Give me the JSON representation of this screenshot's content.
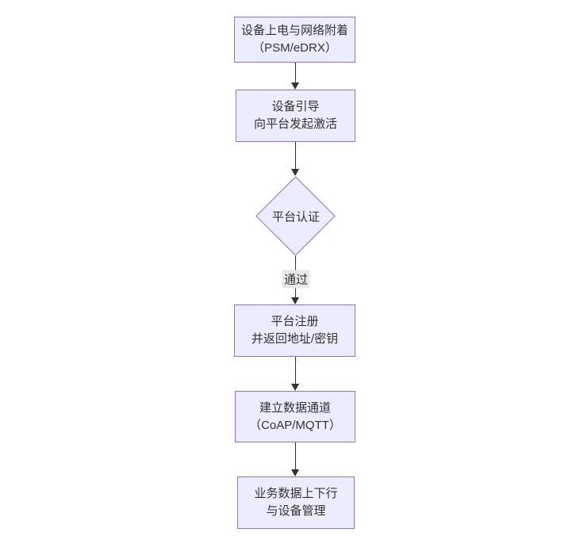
{
  "diagram": {
    "type": "flowchart",
    "direction": "top-down",
    "nodes": [
      {
        "id": "power-attach",
        "shape": "rect",
        "lines": [
          "设备上电与网络附着",
          "（PSM/eDRX）"
        ]
      },
      {
        "id": "bootstrap",
        "shape": "rect",
        "lines": [
          "设备引导",
          "向平台发起激活"
        ]
      },
      {
        "id": "auth-decision",
        "shape": "diamond",
        "lines": [
          "平台认证"
        ]
      },
      {
        "id": "register",
        "shape": "rect",
        "lines": [
          "平台注册",
          "并返回地址/密钥"
        ]
      },
      {
        "id": "data-channel",
        "shape": "rect",
        "lines": [
          "建立数据通道",
          "（CoAP/MQTT）"
        ]
      },
      {
        "id": "business-data",
        "shape": "rect",
        "lines": [
          "业务数据上下行",
          "与设备管理"
        ]
      }
    ],
    "edges": [
      {
        "from": "power-attach",
        "to": "bootstrap",
        "label": ""
      },
      {
        "from": "bootstrap",
        "to": "auth-decision",
        "label": ""
      },
      {
        "from": "auth-decision",
        "to": "register",
        "label": "通过"
      },
      {
        "from": "register",
        "to": "data-channel",
        "label": ""
      },
      {
        "from": "data-channel",
        "to": "business-data",
        "label": ""
      }
    ],
    "colors": {
      "node_fill": "#ECECFF",
      "node_border": "#9370DB",
      "edge_color": "#333333",
      "text_color": "#333333",
      "edge_label_bg": "#e8e8e8",
      "background": "#ffffff"
    }
  }
}
